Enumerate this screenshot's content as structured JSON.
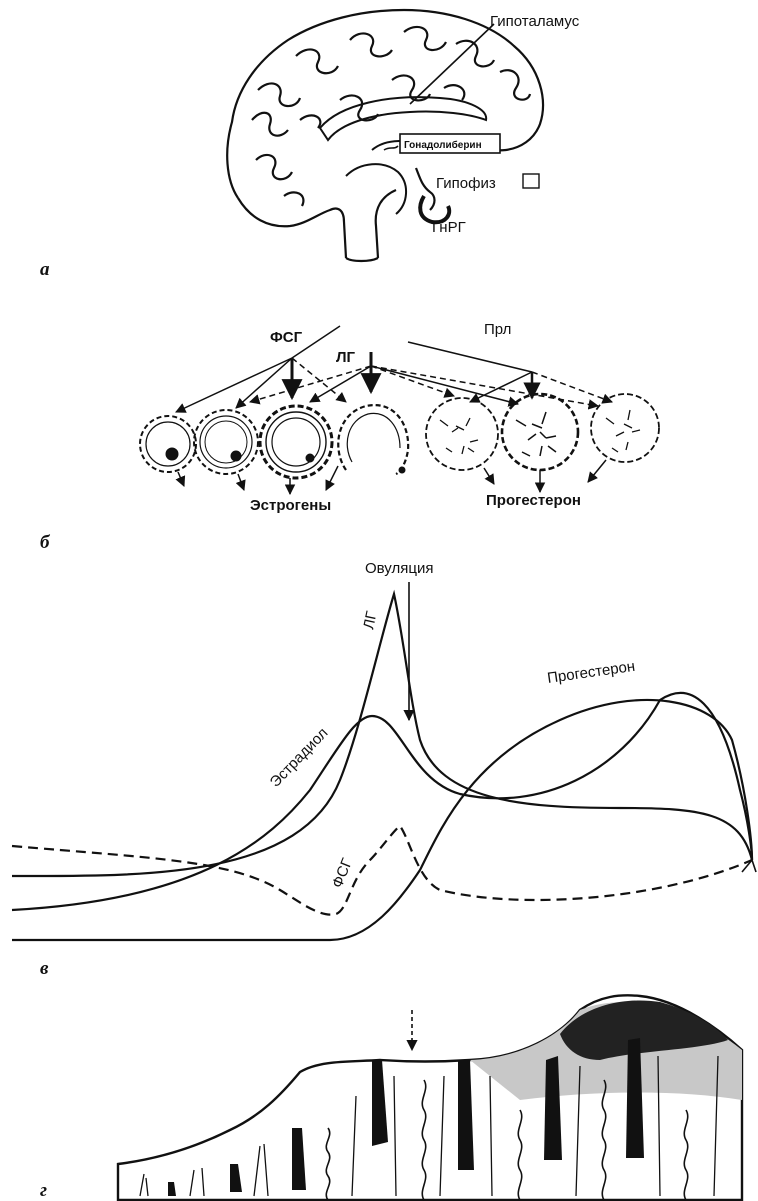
{
  "panel_a": {
    "letter": "а",
    "hypothalamus": "Гипоталамус",
    "gonadoliberin": "Гонадолиберин",
    "pituitary": "Гипофиз",
    "gnrh": "ГнРГ"
  },
  "panel_b": {
    "letter": "б",
    "fsh": "ФСГ",
    "lh": "ЛГ",
    "prl": "Прл",
    "estrogens": "Эстрогены",
    "progesterone": "Прогестерон"
  },
  "panel_c": {
    "letter": "в",
    "ovulation": "Овуляция",
    "lh": "ЛГ",
    "estradiol": "Эстрадиол",
    "progesterone": "Прогестерон",
    "fsh": "ФСГ"
  },
  "panel_d": {
    "letter": "г"
  }
}
